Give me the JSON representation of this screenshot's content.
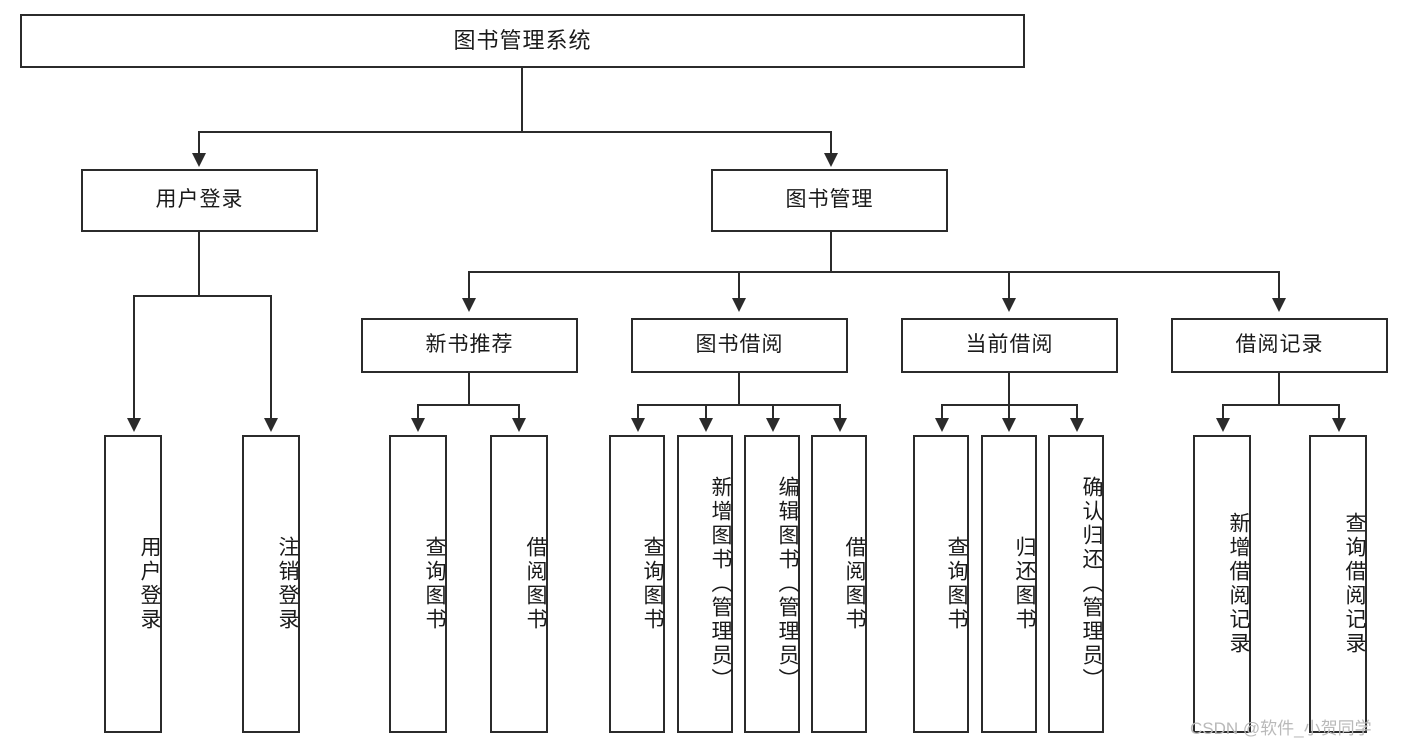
{
  "diagram": {
    "title": "图书管理系统",
    "type": "tree-hierarchy-chart",
    "watermark": "CSDN @软件_小贺同学",
    "accent_color": "#2b2b2b",
    "background_color": "#ffffff"
  },
  "nodes": {
    "root": {
      "label": "图书管理系统"
    },
    "level2": [
      {
        "id": "user-login",
        "label": "用户登录"
      },
      {
        "id": "book-management",
        "label": "图书管理"
      }
    ],
    "level3": [
      {
        "id": "new-book-recommend",
        "label": "新书推荐"
      },
      {
        "id": "book-borrow",
        "label": "图书借阅"
      },
      {
        "id": "current-borrow",
        "label": "当前借阅"
      },
      {
        "id": "borrow-record",
        "label": "借阅记录"
      }
    ],
    "leaves": [
      {
        "id": "leaf-user-login",
        "label": "用户登录",
        "parent": "user-login"
      },
      {
        "id": "leaf-logout-login",
        "label": "注销登录",
        "parent": "user-login"
      },
      {
        "id": "leaf-query-book-1",
        "label": "查询图书",
        "parent": "new-book-recommend"
      },
      {
        "id": "leaf-borrow-book-1",
        "label": "借阅图书",
        "parent": "new-book-recommend"
      },
      {
        "id": "leaf-query-book-2",
        "label": "查询图书",
        "parent": "book-borrow"
      },
      {
        "id": "leaf-add-book",
        "label": "新增图书（管理员）",
        "parent": "book-borrow"
      },
      {
        "id": "leaf-edit-book",
        "label": "编辑图书（管理员）",
        "parent": "book-borrow"
      },
      {
        "id": "leaf-borrow-book-2",
        "label": "借阅图书",
        "parent": "book-borrow"
      },
      {
        "id": "leaf-query-book-3",
        "label": "查询图书",
        "parent": "current-borrow"
      },
      {
        "id": "leaf-return-book",
        "label": "归还图书",
        "parent": "current-borrow"
      },
      {
        "id": "leaf-confirm-return",
        "label": "确认归还（管理员）",
        "parent": "current-borrow"
      },
      {
        "id": "leaf-add-record",
        "label": "新增借阅记录",
        "parent": "borrow-record"
      },
      {
        "id": "leaf-query-record",
        "label": "查询借阅记录",
        "parent": "borrow-record"
      }
    ]
  }
}
